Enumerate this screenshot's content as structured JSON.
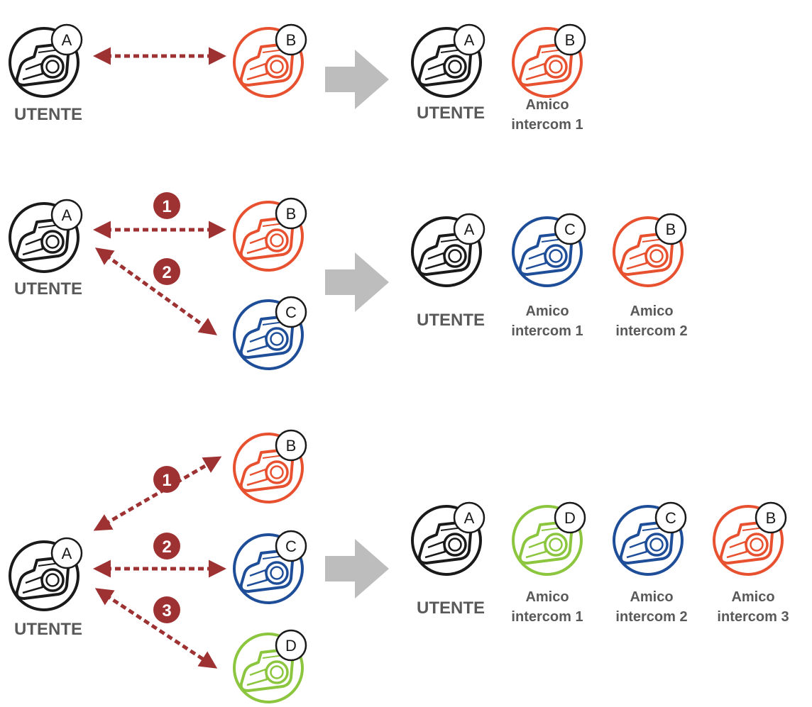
{
  "colors": {
    "user": "#1a1a1a",
    "red": "#e8512f",
    "blue": "#1f4e99",
    "green": "#8cc63f",
    "arrow": "#9e3232",
    "transition_arrow": "#bdbdbd",
    "text": "#595959"
  },
  "icon_names": {
    "headset": "headset-icon",
    "transition": "right-arrow-icon",
    "link": "dashed-double-arrow-icon"
  },
  "labels": {
    "user": "UTENTE",
    "friend_word": "Amico",
    "friend_1": "intercom 1",
    "friend_2": "intercom 2",
    "friend_3": "intercom 3"
  },
  "letters": {
    "A": "A",
    "B": "B",
    "C": "C",
    "D": "D"
  },
  "steps": {
    "s1": "1",
    "s2": "2",
    "s3": "3"
  }
}
